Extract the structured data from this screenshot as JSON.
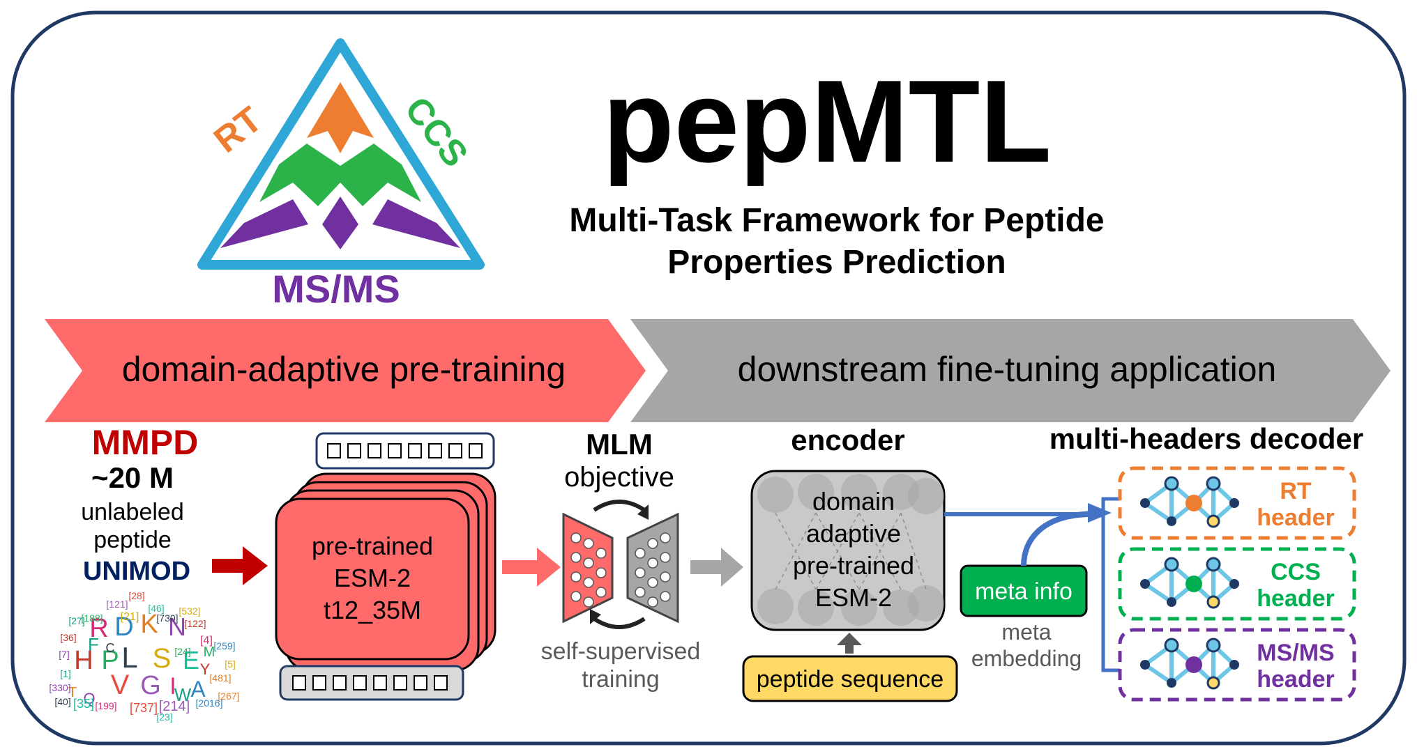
{
  "logo": {
    "rt": "RT",
    "ccs": "CCS",
    "msms": "MS/MS"
  },
  "title": "pepMTL",
  "subtitle_line1": "Multi-Task Framework for Peptide",
  "subtitle_line2": "Properties Prediction",
  "banners": {
    "pretraining": "domain-adaptive pre-training",
    "finetuning": "downstream fine-tuning application"
  },
  "dataset": {
    "name": "MMPD",
    "count": "~20 M",
    "desc_line1": "unlabeled",
    "desc_line2": "peptide",
    "source": "UNIMOD",
    "word_cloud": [
      "R",
      "D",
      "K",
      "N",
      "F",
      "H",
      "P",
      "L",
      "S",
      "E",
      "V",
      "G",
      "I",
      "A",
      "T",
      "Q",
      "W",
      "Y",
      "M",
      "C",
      "[21]",
      "[35]",
      "[737]",
      "[214]",
      "[4]",
      "[259]",
      "[481]",
      "[7]",
      "[1]",
      "[36]",
      "[188]",
      "[730]",
      "[532]",
      "[46]",
      "[28]",
      "[121]",
      "[199]",
      "[2016]",
      "[267]",
      "[330]",
      "[27]",
      "[122]",
      "[24]",
      "[40]",
      "[5]",
      "[23]"
    ]
  },
  "model_stack": {
    "line1": "pre-trained",
    "line2": "ESM-2",
    "line3": "t12_35M"
  },
  "mlm": {
    "title_line1": "MLM",
    "title_line2": "objective",
    "caption_line1": "self-supervised",
    "caption_line2": "training"
  },
  "encoder": {
    "title": "encoder",
    "line1": "domain",
    "line2": "adaptive",
    "line3": "pre-trained",
    "line4": "ESM-2",
    "input": "peptide sequence"
  },
  "meta": {
    "box": "meta info",
    "caption_line1": "meta",
    "caption_line2": "embedding"
  },
  "decoder": {
    "title": "multi-headers decoder",
    "heads": [
      {
        "line1": "RT",
        "line2": "header",
        "color": "#ED7D31"
      },
      {
        "line1": "CCS",
        "line2": "header",
        "color": "#00B050"
      },
      {
        "line1": "MS/MS",
        "line2": "header",
        "color": "#7030A0"
      }
    ]
  },
  "colors": {
    "frame": "#1F3864",
    "salmon": "#FF6B6B",
    "grey": "#A6A6A6",
    "dark_red": "#C00000",
    "navy": "#002060",
    "meta_green": "#00B050",
    "peptide_yellow": "#FFD966",
    "blue_arrow": "#4472C4",
    "logo_blue": "#2EA6D6",
    "logo_orange": "#ED7D31",
    "logo_green": "#2BB34A",
    "logo_purple": "#7030A0"
  }
}
